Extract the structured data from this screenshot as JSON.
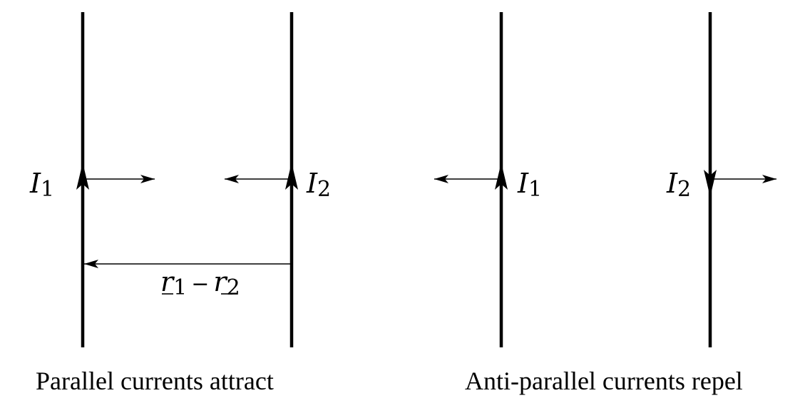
{
  "left_panel": {
    "caption": "Parallel currents attract",
    "wire1": {
      "symbol": "I",
      "subscript": "1",
      "current_direction": "up"
    },
    "wire2": {
      "symbol": "I",
      "subscript": "2",
      "current_direction": "up"
    },
    "separation_label": {
      "term1": "r",
      "term1_sub": "1",
      "operator": "−",
      "term2": "r",
      "term2_sub": "2"
    }
  },
  "right_panel": {
    "caption": "Anti-parallel currents repel",
    "wire1": {
      "symbol": "I",
      "subscript": "1",
      "current_direction": "up"
    },
    "wire2": {
      "symbol": "I",
      "subscript": "2",
      "current_direction": "down"
    }
  },
  "colors": {
    "ink": "#000000",
    "background": "#ffffff"
  }
}
